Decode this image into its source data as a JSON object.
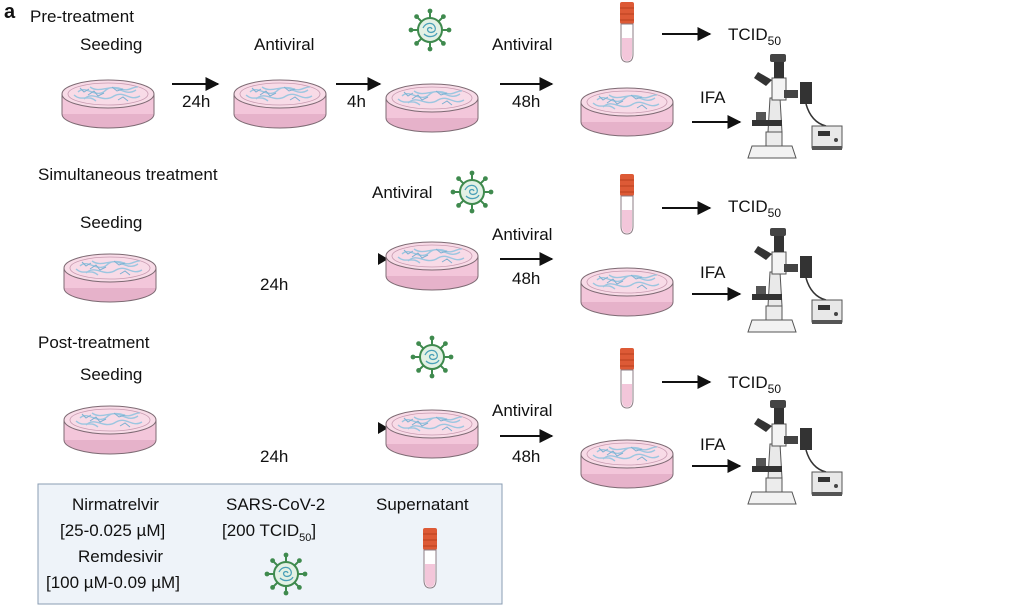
{
  "panel_label": "a",
  "sections": {
    "pre": {
      "title": "Pre-treatment",
      "seeding": "Seeding",
      "antiviral_1": "Antiviral",
      "antiviral_2": "Antiviral",
      "time_1": "24h",
      "time_2": "4h",
      "time_3": "48h"
    },
    "simultaneous": {
      "title": "Simultaneous treatment",
      "seeding": "Seeding",
      "antiviral_1": "Antiviral",
      "antiviral_2": "Antiviral",
      "time_1": "24h",
      "time_2": "48h"
    },
    "post": {
      "title": "Post-treatment",
      "seeding": "Seeding",
      "antiviral_2": "Antiviral",
      "time_1": "24h",
      "time_2": "48h"
    }
  },
  "readouts": {
    "tcid_main": "TCID",
    "tcid_sub": "50",
    "ifa": "IFA"
  },
  "legend": {
    "drug_1_name": "Nirmatrelvir",
    "drug_1_range": "[25-0.025 µM]",
    "drug_2_name": "Remdesivir",
    "drug_2_range": "[100 µM-0.09 µM]",
    "virus_name": "SARS-CoV-2",
    "virus_dose_main": "[200 TCID",
    "virus_dose_sub": "50",
    "virus_dose_end": "]",
    "supernatant": "Supernatant"
  },
  "colors": {
    "dish_pink": "#f3c6da",
    "cells": "#9cc6e0",
    "virus": "#3f8a4e",
    "tube_cap": "#dd5a36",
    "legend_bg": "#eef3f9",
    "legend_border": "#8a9db3"
  },
  "icons": [
    "petri-dish-icon",
    "virus-icon",
    "sample-tube-icon",
    "microscope-icon",
    "arrow-icon"
  ]
}
